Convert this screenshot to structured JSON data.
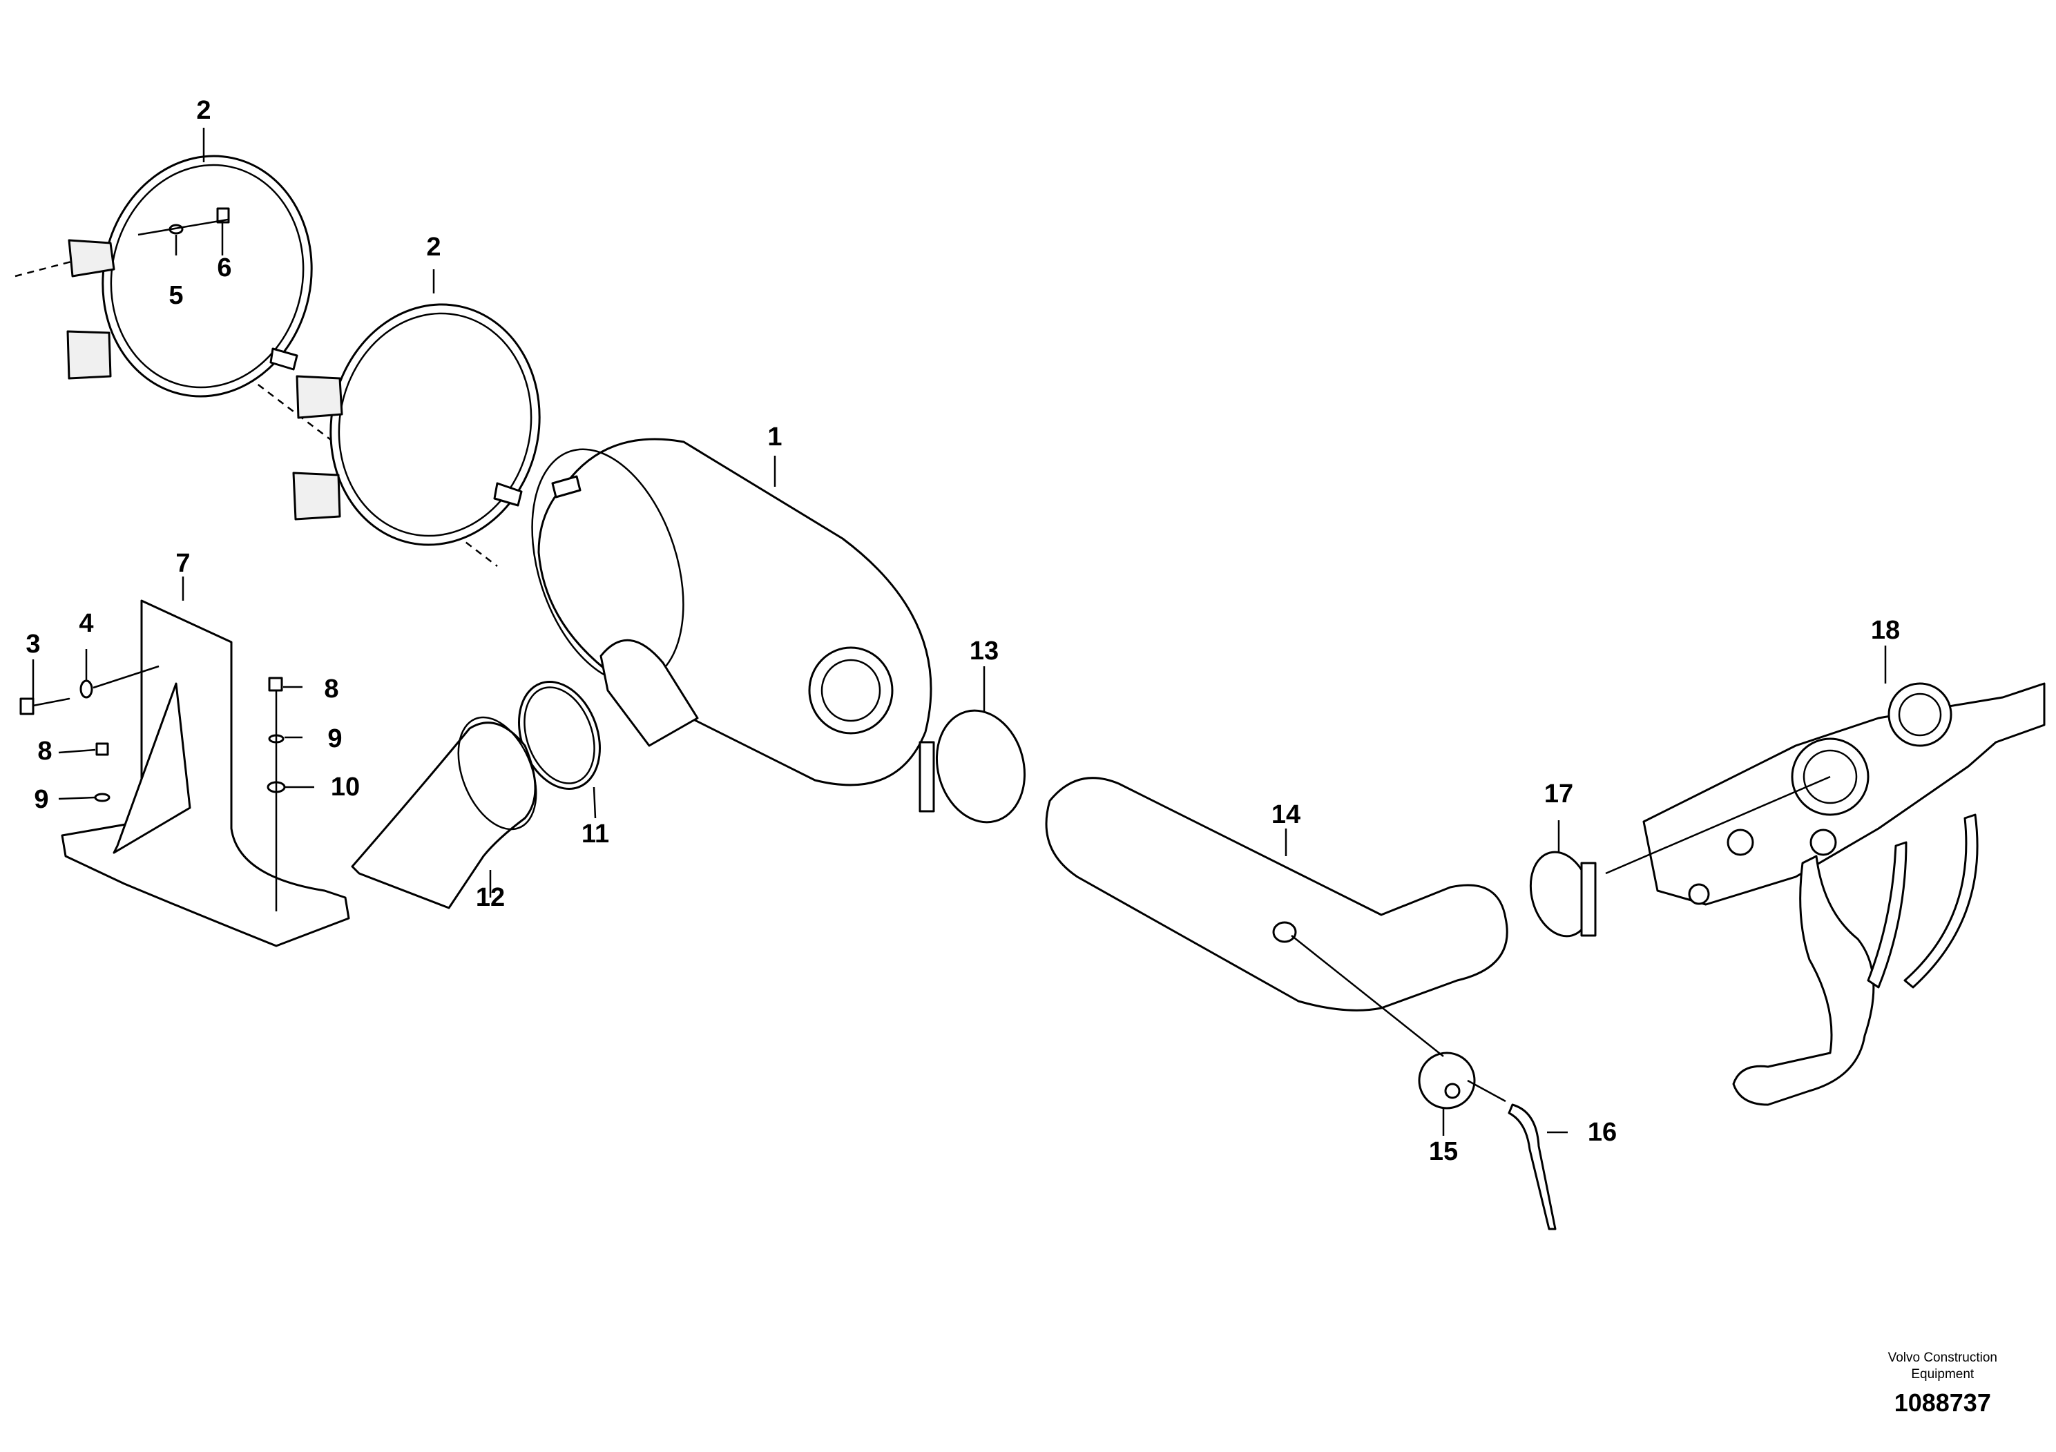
{
  "callouts": {
    "c1": "1",
    "c2a": "2",
    "c2b": "2",
    "c3": "3",
    "c4": "4",
    "c5": "5",
    "c6": "6",
    "c7": "7",
    "c8a": "8",
    "c8b": "8",
    "c9a": "9",
    "c9b": "9",
    "c10": "10",
    "c11": "11",
    "c12": "12",
    "c13": "13",
    "c14": "14",
    "c15": "15",
    "c16": "16",
    "c17": "17",
    "c18": "18"
  },
  "footer": {
    "manufacturer_line1": "Volvo Construction",
    "manufacturer_line2": "Equipment",
    "document_number": "1088737"
  }
}
